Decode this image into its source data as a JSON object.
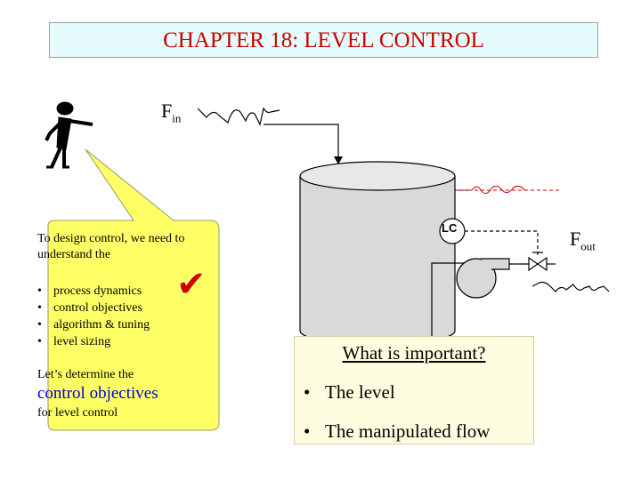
{
  "title": "CHAPTER 18: LEVEL CONTROL",
  "labels": {
    "fin_main": "F",
    "fin_sub": "in",
    "fout_main": "F",
    "fout_sub": "out",
    "controller": "LC"
  },
  "callout": {
    "intro": "To design control, we need to understand the",
    "bullets": [
      "process dynamics",
      "control objectives",
      "algorithm & tuning",
      "level sizing"
    ],
    "determine": "Let’s determine the",
    "highlight": "control objectives",
    "tail": "for level control",
    "check": "✔"
  },
  "question_box": {
    "question": "What is important?",
    "answers": [
      "The level",
      "The manipulated flow"
    ]
  },
  "colors": {
    "title_text": "#cc0000",
    "title_bg": "#e6fbfb",
    "callout_bg": "#ffff66",
    "highlight_text": "#0000cc",
    "tank_fill": "#d9d9d9",
    "signal_line": "#cc0000"
  },
  "icons": [
    "stick-figure-icon",
    "checkmark-icon",
    "tank-icon",
    "pump-icon",
    "valve-icon"
  ]
}
